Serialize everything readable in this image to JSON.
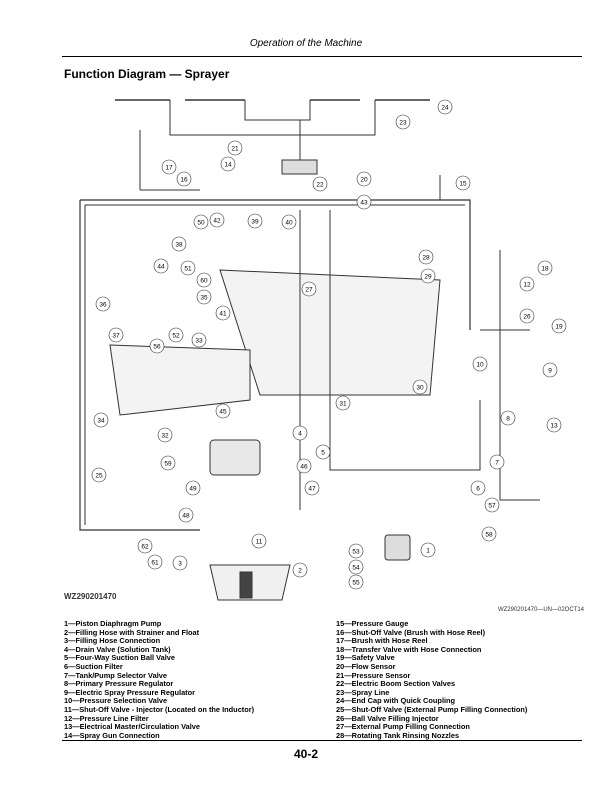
{
  "header": {
    "title": "Operation of the Machine"
  },
  "section": {
    "title": "Function Diagram — Sprayer"
  },
  "diagram": {
    "code": "WZ290201470",
    "figure_ref": "WZ290201470—UN—02OCT14",
    "callouts": [
      "1",
      "2",
      "3",
      "4",
      "5",
      "6",
      "7",
      "8",
      "9",
      "10",
      "11",
      "12",
      "13",
      "14",
      "15",
      "16",
      "17",
      "18",
      "19",
      "20",
      "21",
      "22",
      "23",
      "24",
      "25",
      "26",
      "27",
      "28",
      "29",
      "30",
      "31",
      "32",
      "33",
      "34",
      "35",
      "36",
      "37",
      "38",
      "39",
      "40",
      "41",
      "42",
      "43",
      "44",
      "45",
      "46",
      "47",
      "48",
      "49",
      "50",
      "51",
      "52",
      "53",
      "54",
      "55",
      "56",
      "57",
      "58",
      "59",
      "60",
      "61",
      "62"
    ]
  },
  "legend": {
    "left": [
      "1—Piston Diaphragm Pump",
      "2—Filling Hose with Strainer and Float",
      "3—Filling Hose Connection",
      "4—Drain Valve (Solution Tank)",
      "5—Four-Way Suction Ball Valve",
      "6—Suction Filter",
      "7—Tank/Pump Selector Valve",
      "8—Primary Pressure Regulator",
      "9—Electric Spray Pressure Regulator",
      "10—Pressure Selection Valve",
      "11—Shut-Off Valve - Injector (Located on the Inductor)",
      "12—Pressure Line Filter",
      "13—Electrical Master/Circulation Valve",
      "14—Spray Gun Connection"
    ],
    "right": [
      "15—Pressure Gauge",
      "16—Shut-Off Valve (Brush with Hose Reel)",
      "17—Brush with Hose Reel",
      "18—Transfer Valve with Hose Connection",
      "19—Safety Valve",
      "20—Flow Sensor",
      "21—Pressure Sensor",
      "22—Electric Boom Section Valves",
      "23—Spray Line",
      "24—End Cap with Quick Coupling",
      "25—Shut-Off Valve (External Pump Filling Connection)",
      "26—Ball Valve Filling Injector",
      "27—External Pump Filling Connection",
      "28—Rotating Tank Rinsing Nozzles"
    ]
  },
  "footer": {
    "page_number": "40-2"
  }
}
